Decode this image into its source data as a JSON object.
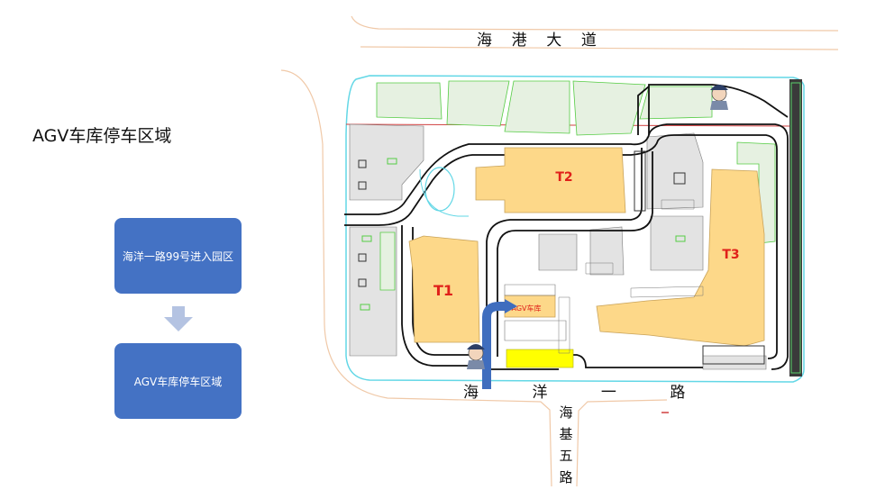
{
  "page": {
    "title": "AGV车库停车区域"
  },
  "flow": {
    "step1": "海洋一路99号进入园区",
    "step2": "AGV车库停车区域"
  },
  "map": {
    "roads": {
      "top": [
        "海",
        "港",
        "大",
        "道"
      ],
      "bottom": [
        "海",
        "洋",
        "一",
        "路"
      ],
      "side": [
        "海",
        "基",
        "五",
        "路"
      ]
    },
    "buildings": {
      "t1": "T1",
      "t2": "T2",
      "t3": "T3"
    },
    "garage_label": "AGV车库",
    "colors": {
      "building": "#fdd889",
      "parking_yellow": "#ffff00",
      "route_arrow": "#3f6dbe",
      "road_outline": "#111111",
      "flow_box": "#4472c4",
      "green_lines": "#33cc33",
      "boundary_red": "#c0392b"
    },
    "icons": [
      "guard-icon-top",
      "guard-icon-bottom"
    ]
  }
}
